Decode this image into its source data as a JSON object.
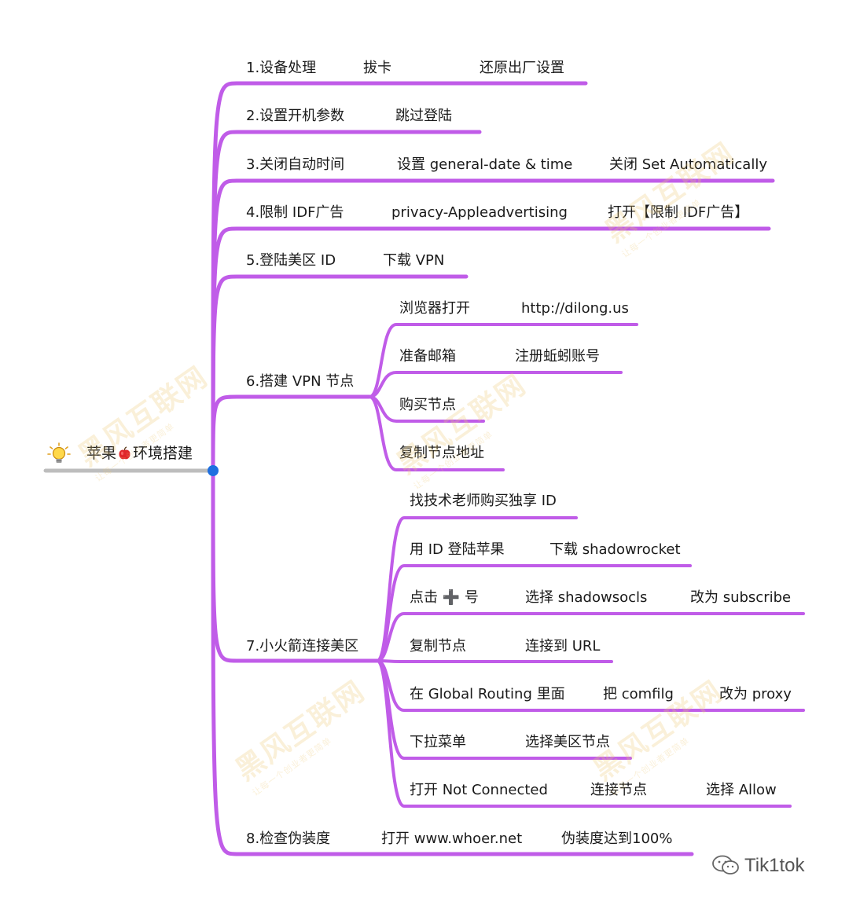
{
  "root": {
    "before": "苹果",
    "after": "环境搭建"
  },
  "branches": [
    {
      "label": "1.设备处理",
      "steps": [
        "拔卡",
        "还原出厂设置"
      ]
    },
    {
      "label": "2.设置开机参数",
      "steps": [
        "跳过登陆"
      ]
    },
    {
      "label": "3.关闭自动时间",
      "steps": [
        "设置 general-date & time",
        "关闭 Set Automatically"
      ]
    },
    {
      "label": "4.限制 IDF广告",
      "steps": [
        "privacy-Appleadvertising",
        "打开【限制 IDF广告】"
      ]
    },
    {
      "label": "5.登陆美区 ID",
      "steps": [
        "下载 VPN"
      ]
    },
    {
      "label": "6.搭建 VPN 节点",
      "children": [
        [
          "浏览器打开",
          "http://dilong.us"
        ],
        [
          "准备邮箱",
          "注册蚯蚓账号"
        ],
        [
          "购买节点"
        ],
        [
          "复制节点地址"
        ]
      ]
    },
    {
      "label": "7.小火箭连接美区",
      "children": [
        [
          "找技术老师购买独享 ID"
        ],
        [
          "用 ID 登陆苹果",
          "下载 shadowrocket"
        ],
        [
          "点击 ➕ 号",
          "选择 shadowsocls",
          "改为 subscribe"
        ],
        [
          "复制节点",
          "连接到 URL"
        ],
        [
          "在 Global Routing 里面",
          "把 comfilg",
          "改为 proxy"
        ],
        [
          "下拉菜单",
          "选择美区节点"
        ],
        [
          "打开 Not Connected",
          "连接节点",
          "选择 Allow"
        ]
      ]
    },
    {
      "label": "8.检查伪装度",
      "steps": [
        "打开 www.whoer.net",
        "伪装度达到100%"
      ]
    }
  ],
  "watermark": {
    "title": "黑风互联网",
    "tagline": "让每一个创业者更简单"
  },
  "brand": {
    "name": "Tik1tok"
  },
  "colors": {
    "branch": "#c05ce8",
    "root_line": "#bdbdbd",
    "node": "#1e6fe0"
  }
}
